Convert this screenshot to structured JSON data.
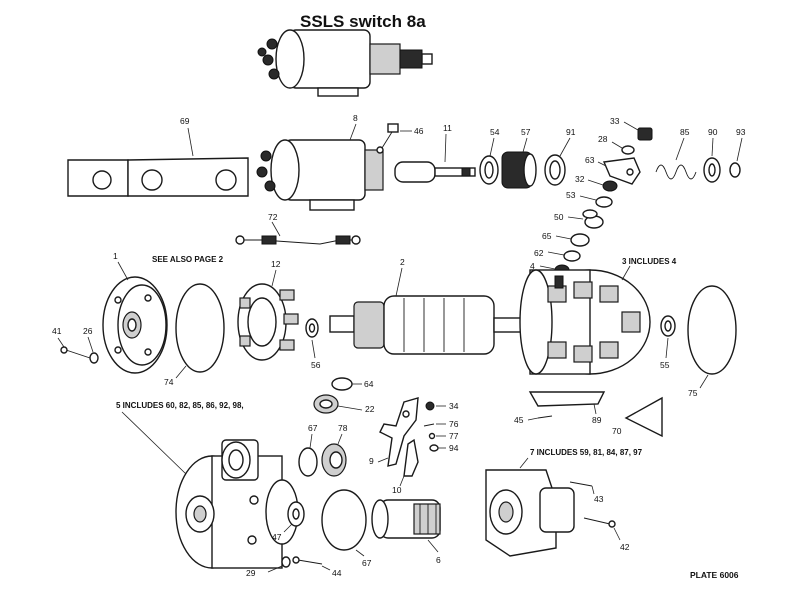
{
  "title": "SSLS switch 8a",
  "notes": {
    "see_also": "SEE ALSO PAGE 2",
    "includes_3": "3 INCLUDES 4",
    "includes_5": "5 INCLUDES 60, 82, 85, 86, 92, 98,",
    "includes_7": "7 INCLUDES 59, 81, 84, 87, 97"
  },
  "plate": "PLATE 6006",
  "labels": {
    "l69": "69",
    "l8": "8",
    "l46": "46",
    "l11": "11",
    "l54": "54",
    "l57": "57",
    "l91": "91",
    "l33": "33",
    "l28": "28",
    "l85": "85",
    "l90": "90",
    "l93": "93",
    "l63": "63",
    "l32": "32",
    "l53": "53",
    "l50": "50",
    "l65": "65",
    "l62": "62",
    "l4": "4",
    "l72": "72",
    "l1": "1",
    "l12": "12",
    "l2": "2",
    "l41": "41",
    "l26": "26",
    "l74": "74",
    "l56": "56",
    "l55": "55",
    "l75": "75",
    "l64": "64",
    "l22": "22",
    "l34": "34",
    "l45": "45",
    "l89": "89",
    "l70": "70",
    "l76": "76",
    "l77": "77",
    "l94": "94",
    "l67a": "67",
    "l78": "78",
    "l9": "9",
    "l10": "10",
    "l43": "43",
    "l47": "47",
    "l67b": "67",
    "l6": "6",
    "l42": "42",
    "l29": "29",
    "l44": "44"
  }
}
